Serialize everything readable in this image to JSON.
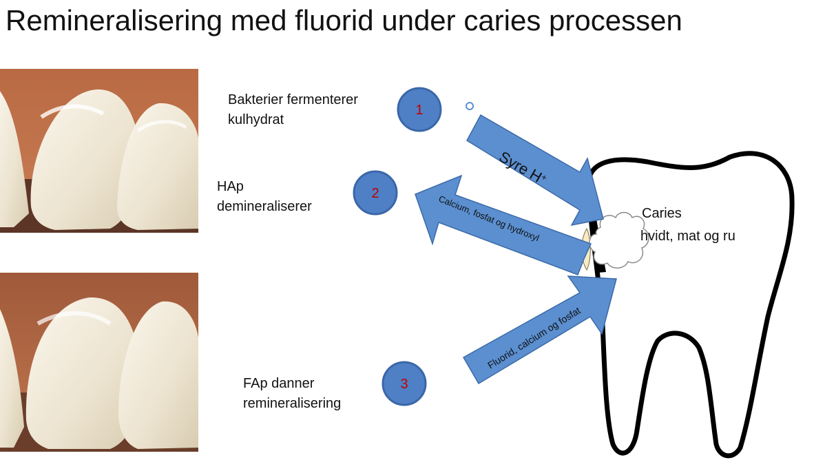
{
  "title": "Remineralisering med fluorid under caries processen",
  "steps": [
    {
      "number": "1",
      "line1": "Bakterier fermenterer",
      "line2": "kulhydrat"
    },
    {
      "number": "2",
      "line1": "HAp",
      "line2": "demineraliserer"
    },
    {
      "number": "3",
      "line1": "FAp danner",
      "line2": "remineralisering"
    }
  ],
  "arrows": {
    "acid": "Syre H",
    "acid_superscript": "+",
    "outflow": "Calcium, fosfat og hydroxyl",
    "inflow": "Fluorid, calcium og fosfat"
  },
  "caries": {
    "label": "Caries",
    "description": "hvidt, mat og ru"
  },
  "colors": {
    "arrow_fill": "#5b8fd0",
    "arrow_stroke": "#3b6aa8",
    "circle_fill": "#4f7fc4",
    "number_color": "#c00000",
    "tooth_outline": "#000000"
  }
}
